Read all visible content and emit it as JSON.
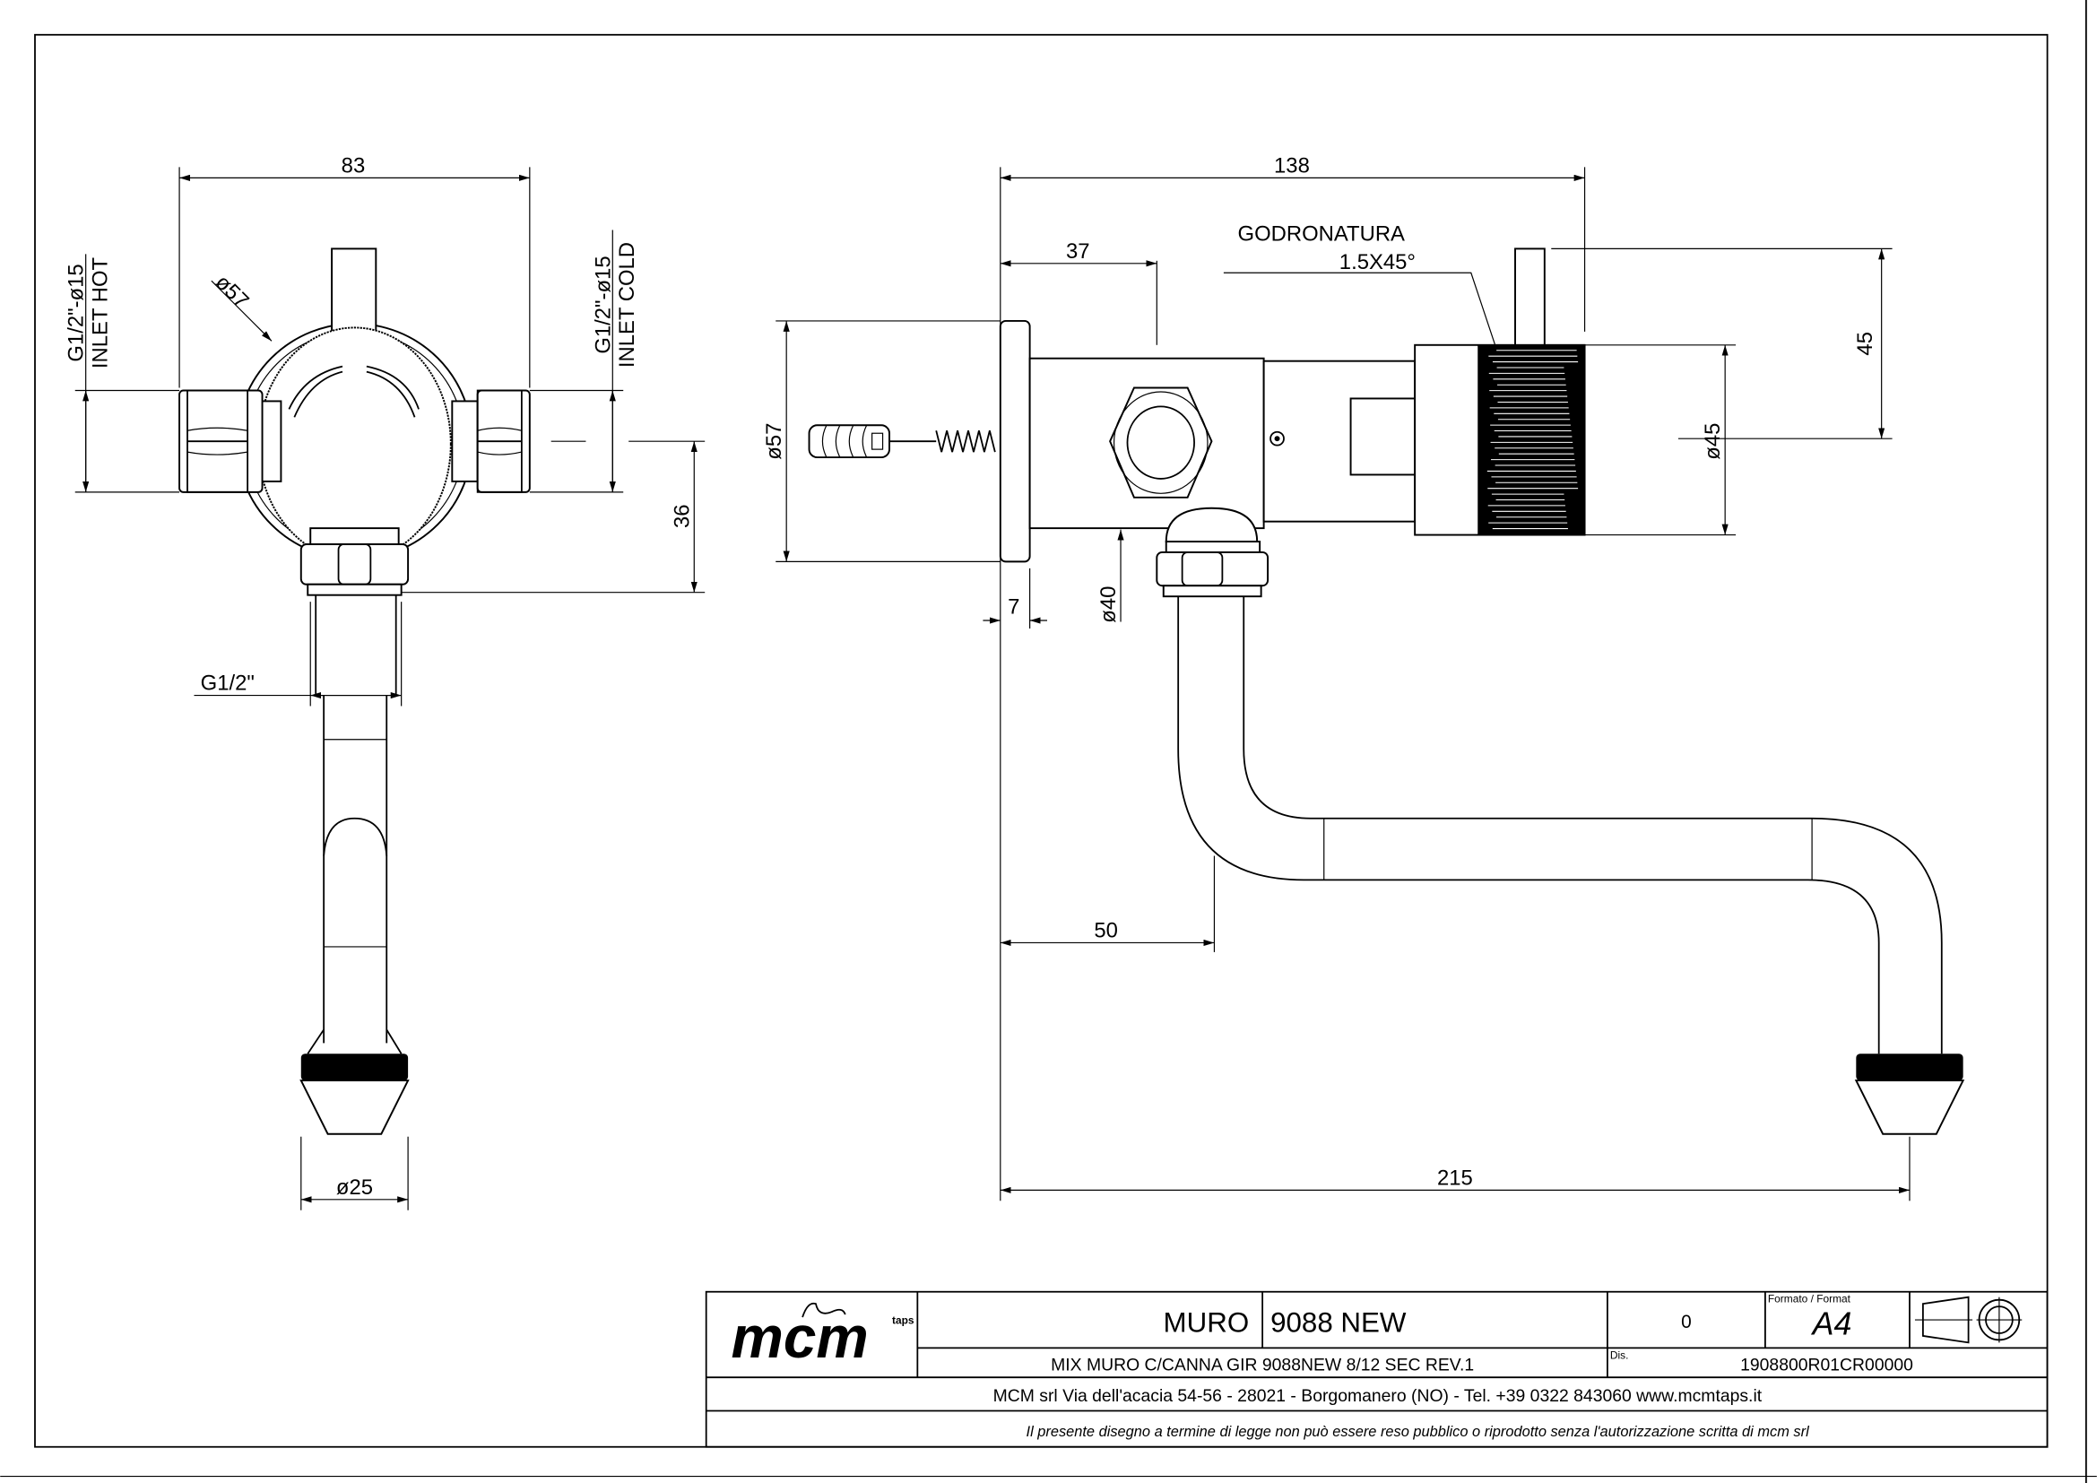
{
  "left_view": {
    "width_dim": "83",
    "knob_diameter": "ø57",
    "inlet_hot_size": "G1/2\"-ø15",
    "inlet_hot_label": "INLET HOT",
    "inlet_cold_size": "G1/2\"-ø15",
    "inlet_cold_label": "INLET COLD",
    "outlet_offset": "36",
    "outlet_thread": "G1/2\"",
    "aerator_diameter": "ø25"
  },
  "side_view": {
    "overall_depth": "138",
    "body_depth": "37",
    "knurl_note": "GODRONATURA",
    "knurl_spec": "1.5X45°",
    "handle_height": "45",
    "knob_diameter": "ø45",
    "flange_diameter": "ø57",
    "flange_thickness": "7",
    "body_diameter": "ø40",
    "spout_offset": "50",
    "spout_reach": "215"
  },
  "title_block": {
    "logo_text": "mcm",
    "logo_sub": "taps",
    "series": "MURO",
    "model": "9088 NEW",
    "revision": "0",
    "format_label": "Formato / Format",
    "format": "A4",
    "description": "MIX MURO C/CANNA GIR 9088NEW 8/12 SEC REV.1",
    "drawing_label": "Dis.",
    "drawing_number": "1908800R01CR00000",
    "company": "MCM srl Via dell'acacia 54-56 - 28021 - Borgomanero (NO) - Tel. +39 0322 843060 www.mcmtaps.it",
    "disclaimer": "Il presente disegno a termine di legge non può essere reso pubblico o riprodotto senza l'autorizzazione scritta di mcm srl"
  }
}
